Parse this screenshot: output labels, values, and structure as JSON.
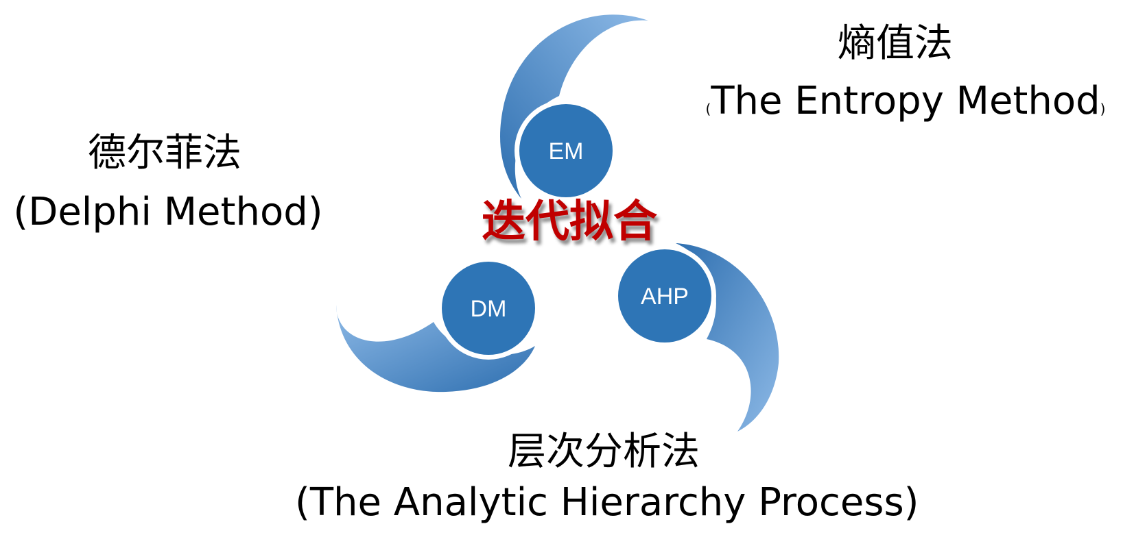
{
  "center_label": "迭代拟合",
  "colors": {
    "circle_fill": "#2e75b6",
    "petal_light": "#7aaee0",
    "petal_dark": "#2e6fb0",
    "center_text": "#c00000"
  },
  "nodes": {
    "em": {
      "abbr": "EM",
      "name_zh": "熵值法",
      "name_en_open": "(",
      "name_en": "The Entropy Method",
      "name_en_close": ")"
    },
    "dm": {
      "abbr": "DM",
      "name_zh": "德尔菲法",
      "name_en": "(Delphi Method)"
    },
    "ahp": {
      "abbr": "AHP",
      "name_zh": "层次分析法",
      "name_en": "(The Analytic Hierarchy Process)"
    }
  }
}
